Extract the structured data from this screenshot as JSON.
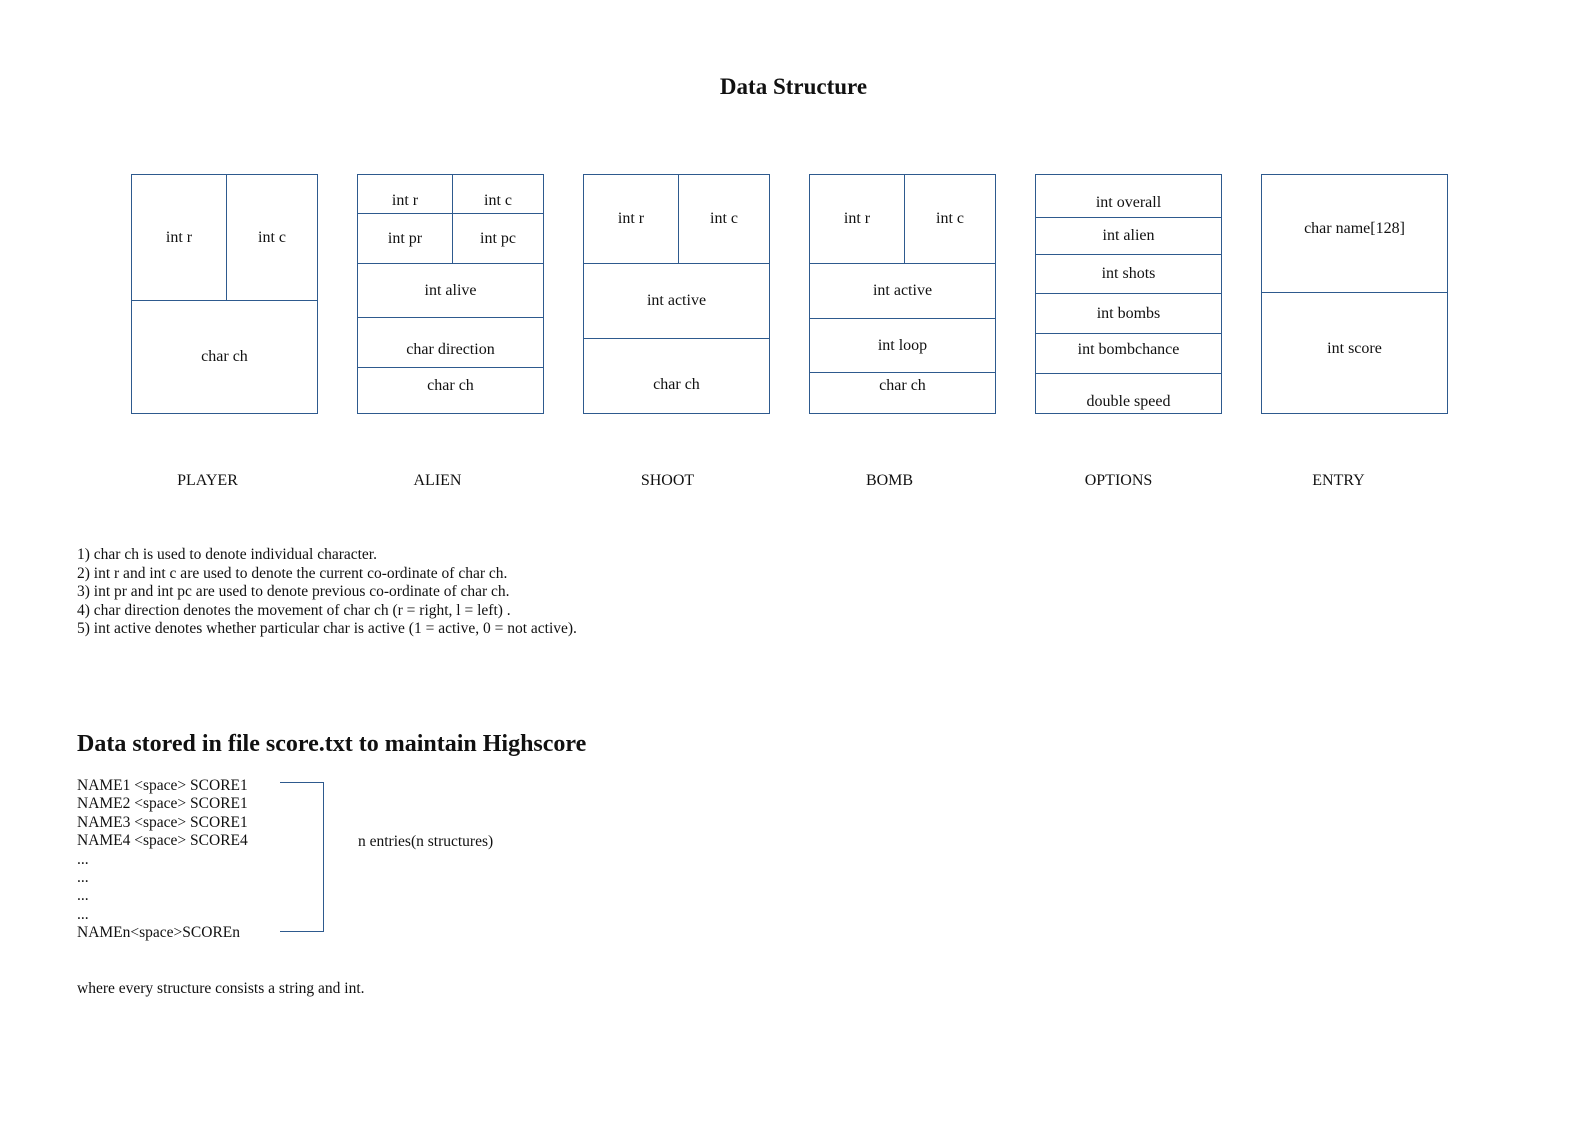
{
  "title": "Data Structure",
  "structures": [
    {
      "name": "PLAYER",
      "fields": [
        "int r",
        "int c",
        "char ch"
      ]
    },
    {
      "name": "ALIEN",
      "fields": [
        "int r",
        "int c",
        "int pr",
        "int pc",
        "int alive",
        "char direction",
        "char ch"
      ]
    },
    {
      "name": "SHOOT",
      "fields": [
        "int r",
        "int c",
        "int active",
        "char ch"
      ]
    },
    {
      "name": "BOMB",
      "fields": [
        "int r",
        "int c",
        "int active",
        "int loop",
        "char ch"
      ]
    },
    {
      "name": "OPTIONS",
      "fields": [
        "int overall",
        "int alien",
        "int shots",
        "int bombs",
        "int bombchance",
        "double speed"
      ]
    },
    {
      "name": "ENTRY",
      "fields": [
        "char name[128]",
        "int score"
      ]
    }
  ],
  "notes": [
    "1) char ch is used to denote individual character.",
    "2) int r and int c are used to denote the current co-ordinate of char ch.",
    "3) int pr and int pc are used to denote previous co-ordinate of char ch.",
    "4) char direction denotes the movement of char ch (r = right, l = left) .",
    "5) int active denotes whether particular char is active (1 = active, 0 = not active)."
  ],
  "score_file": {
    "heading": "Data stored in file score.txt to maintain Highscore",
    "lines": [
      "NAME1 <space> SCORE1",
      "NAME2 <space> SCORE1",
      "NAME3 <space> SCORE1",
      "NAME4 <space> SCORE4",
      "...",
      "...",
      "...",
      "...",
      "NAMEn<space>SCOREn"
    ],
    "bracket_label": "n entries(n structures)",
    "footer": "where every structure consists a string and int."
  }
}
